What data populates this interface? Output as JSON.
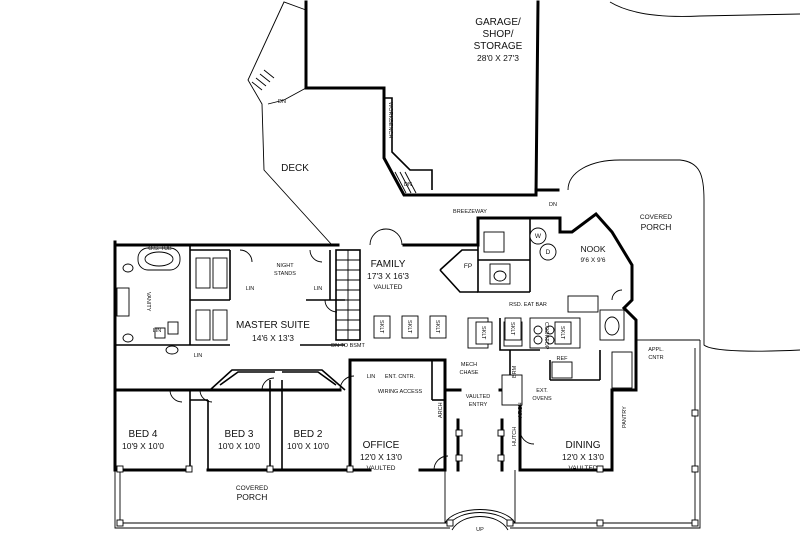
{
  "labels": {
    "garage_1": "GARAGE/",
    "garage_2": "SHOP/",
    "garage_3": "STORAGE",
    "garage_dim": "28'0 X 27'3",
    "workbench": "WORKBENCH",
    "deck": "DECK",
    "dn_deck": "DN",
    "dn_garage": "DN",
    "dn_breezeway": "DN",
    "breezeway": "BREEZEWAY",
    "covered_porch_right_1": "COVERED",
    "covered_porch_right_2": "PORCH",
    "nook": "NOOK",
    "nook_dim": "9'6 X 9'6",
    "family": "FAMILY",
    "family_dim": "17'3 X 16'3",
    "family_vaulted": "VAULTED",
    "fp": "FP",
    "w": "W",
    "d": "D",
    "tub": "O.S. TUB",
    "vanity": "VANITY",
    "night_stands": "NIGHT STANDS",
    "lin_1": "LIN",
    "lin_2": "LIN",
    "lin_3": "LIN",
    "lin_4": "LIN",
    "lin_5": "LIN",
    "dn_to_bsmt": "DN TO BSMT",
    "master_suite": "MASTER SUITE",
    "master_dim": "14'6 X 13'3",
    "skylight": "SKLT",
    "rsd_eat_bar": "RSD. EAT BAR",
    "cooktop": "COOKTOP",
    "ref": "REF",
    "brm": "BRM",
    "ext_ovens_1": "EXT.",
    "ext_ovens_2": "OVENS",
    "appl_cntr_1": "APPL.",
    "appl_cntr_2": "CNTR",
    "pantry": "PANTRY",
    "ent_cntr": "ENT. CNTR.",
    "wiring_access": "WIRING ACCESS",
    "mech_chase_1": "MECH",
    "mech_chase_2": "CHASE",
    "vaulted_entry_1": "VAULTED",
    "vaulted_entry_2": "ENTRY",
    "arch_1": "ARCH",
    "arch_2": "ARCH",
    "hutch": "HUTCH",
    "bed4": "BED 4",
    "bed4_dim": "10'9 X 10'0",
    "bed3": "BED 3",
    "bed3_dim": "10'0 X 10'0",
    "bed2": "BED 2",
    "bed2_dim": "10'0 X 10'0",
    "office": "OFFICE",
    "office_dim": "12'0 X 13'0",
    "office_vaulted": "VAULTED",
    "dining": "DINING",
    "dining_dim": "12'0 X 13'0",
    "dining_vaulted": "VAULTED",
    "covered_porch_front_1": "COVERED",
    "covered_porch_front_2": "PORCH",
    "up": "UP"
  }
}
